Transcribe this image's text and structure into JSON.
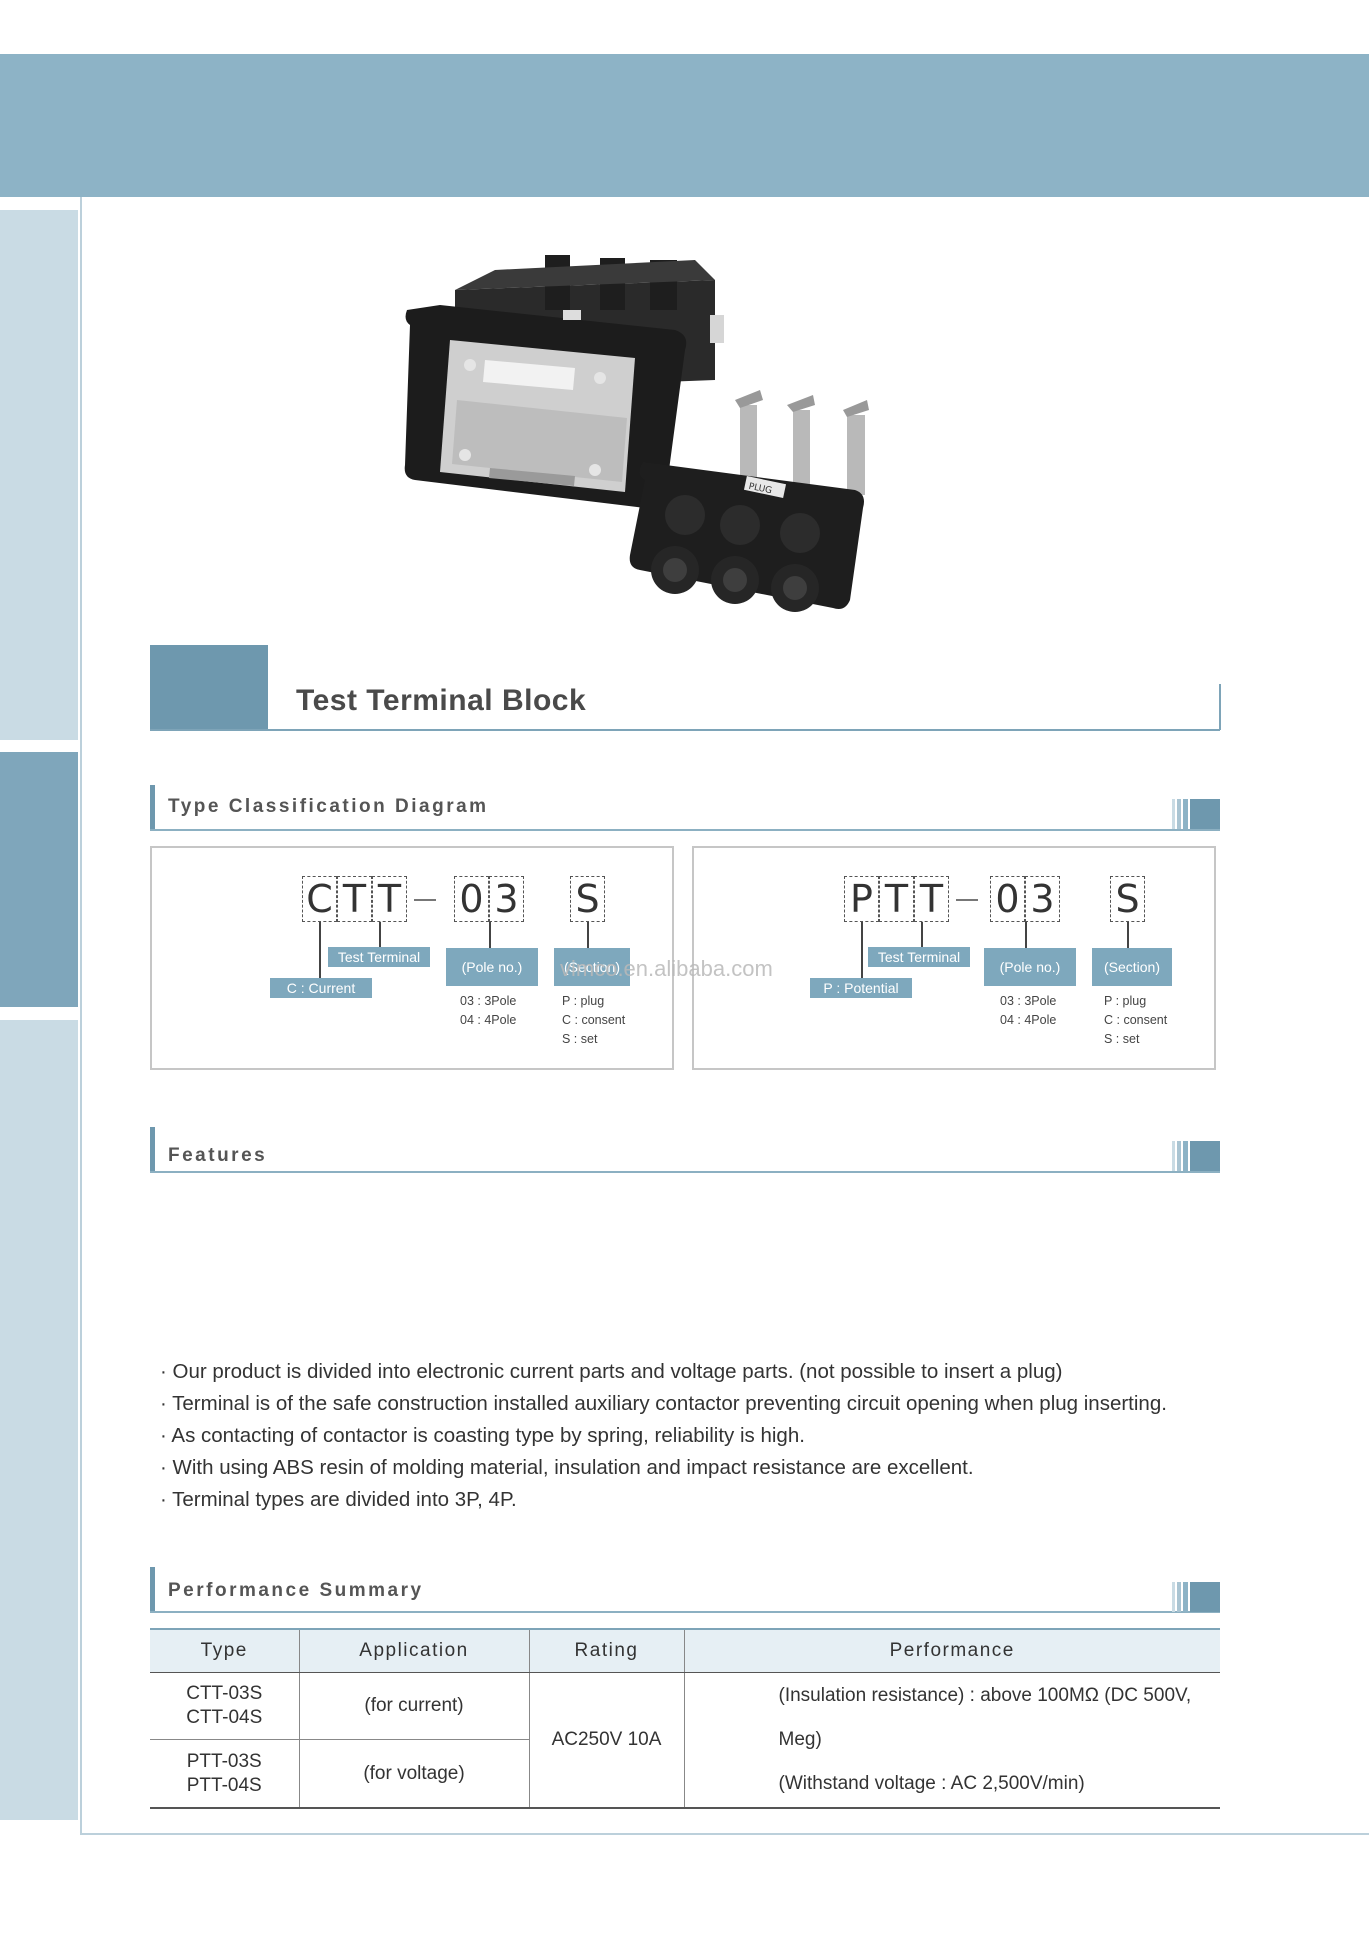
{
  "page": {
    "title": "Test Terminal Block",
    "sections": {
      "classification": "Type Classification Diagram",
      "features": "Features",
      "performance": "Performance Summary"
    }
  },
  "product_image": {
    "plug_label": "PLUG"
  },
  "classification": {
    "ctt": {
      "chars": [
        "C",
        "T",
        "T",
        "0",
        "3",
        "S"
      ],
      "test_terminal": "Test Terminal",
      "type": "C : Current",
      "pole_tag": "(Pole no.)",
      "section_tag": "(Section)",
      "pole_options": [
        "03 : 3Pole",
        "04 : 4Pole"
      ],
      "section_options": [
        "P : plug",
        "C : consent",
        "S : set"
      ]
    },
    "ptt": {
      "chars": [
        "P",
        "T",
        "T",
        "0",
        "3",
        "S"
      ],
      "test_terminal": "Test Terminal",
      "type": "P : Potential",
      "pole_tag": "(Pole no.)",
      "section_tag": "(Section)",
      "pole_options": [
        "03 : 3Pole",
        "04 : 4Pole"
      ],
      "section_options": [
        "P : plug",
        "C : consent",
        "S : set"
      ]
    },
    "watermark": "vimco.en.alibaba.com"
  },
  "features": [
    "· Our product is divided into electronic current parts and voltage parts. (not possible to insert a plug)",
    "· Terminal is of the safe construction installed auxiliary contactor preventing circuit opening when plug inserting.",
    "· As contacting of contactor is coasting type by spring, reliability is high.",
    "· With using ABS resin of molding material, insulation and impact resistance are excellent.",
    "· Terminal types are divided into 3P, 4P."
  ],
  "performance": {
    "headers": [
      "Type",
      "Application",
      "Rating",
      "Performance"
    ],
    "rows": [
      {
        "types": [
          "CTT-03S",
          "CTT-04S"
        ],
        "application": "(for current)"
      },
      {
        "types": [
          "PTT-03S",
          "PTT-04S"
        ],
        "application": "(for voltage)"
      }
    ],
    "rating": "AC250V 10A",
    "performance_lines": [
      "(Insulation resistance) : above 100MΩ (DC 500V, Meg)",
      "(Withstand voltage : AC 2,500V/min)"
    ]
  },
  "colors": {
    "band": "#8db3c6",
    "accent": "#6e98ae",
    "tag": "#7ea8bd",
    "side_light": "#c9dbe4"
  }
}
